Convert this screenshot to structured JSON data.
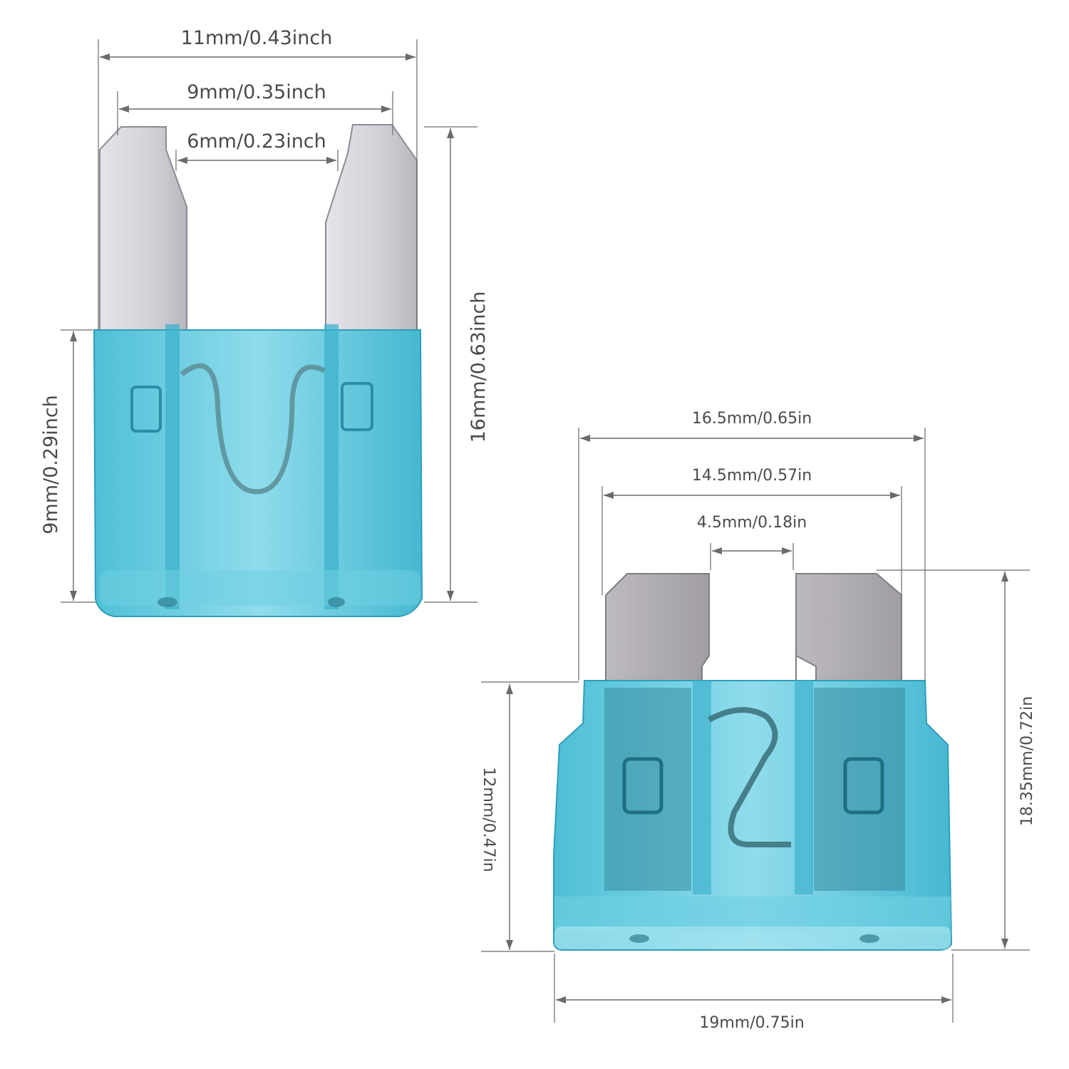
{
  "mini_fuse": {
    "overall_width": "11mm/0.43inch",
    "blade_outer_width": "9mm/0.35inch",
    "blade_gap": "6mm/0.23inch",
    "total_height": "16mm/0.63inch",
    "body_height": "9mm/0.29inch"
  },
  "standard_fuse": {
    "upper_width": "16.5mm/0.65in",
    "blade_outer_width": "14.5mm/0.57in",
    "blade_gap": "4.5mm/0.18in",
    "body_height": "12mm/0.47in",
    "total_height": "18.35mm/0.72in",
    "bottom_width": "19mm/0.75in"
  },
  "colors": {
    "fuse_body": "#5cc8dc",
    "fuse_body_dark": "#2e9fb8",
    "blade": "#d9d6dc",
    "dimension_line": "#6a6a6a"
  }
}
